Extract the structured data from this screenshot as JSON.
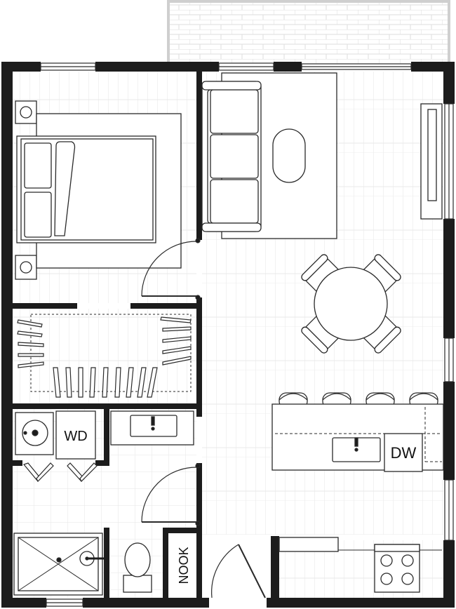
{
  "floorplan": {
    "labels": {
      "washer_dryer": "WD",
      "dishwasher": "DW",
      "nook": "NOOK"
    },
    "colors": {
      "wall": "#1c1c1c",
      "line": "#2a2a2a",
      "floor_wood": "#f5f5f5",
      "floor_tile": "#f7f7f7",
      "paper": "#ffffff"
    }
  }
}
